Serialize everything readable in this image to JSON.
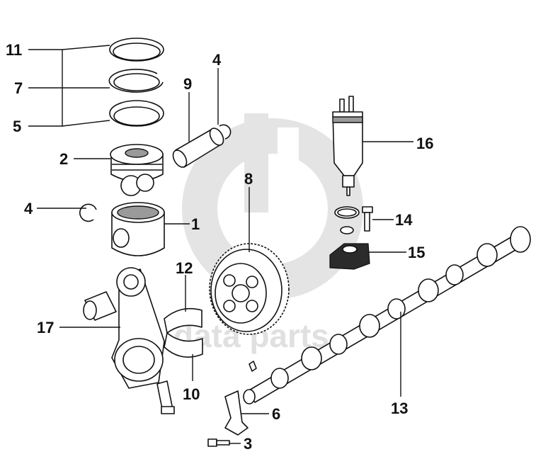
{
  "diagram": {
    "watermark": {
      "text": "data parts",
      "color": "#c8c8c8"
    },
    "callouts": [
      {
        "id": "11",
        "label": "11"
      },
      {
        "id": "7a",
        "label": "7"
      },
      {
        "id": "5",
        "label": "5"
      },
      {
        "id": "2",
        "label": "2"
      },
      {
        "id": "4a",
        "label": "4"
      },
      {
        "id": "4b",
        "label": "4"
      },
      {
        "id": "9",
        "label": "9"
      },
      {
        "id": "1",
        "label": "1"
      },
      {
        "id": "8",
        "label": "8"
      },
      {
        "id": "16",
        "label": "16"
      },
      {
        "id": "14",
        "label": "14"
      },
      {
        "id": "15",
        "label": "15"
      },
      {
        "id": "12",
        "label": "12"
      },
      {
        "id": "17",
        "label": "17"
      },
      {
        "id": "10",
        "label": "10"
      },
      {
        "id": "13",
        "label": "13"
      },
      {
        "id": "6",
        "label": "6"
      },
      {
        "id": "3",
        "label": "3"
      }
    ],
    "colors": {
      "line": "#111111",
      "part_fill": "#ffffff",
      "shade": "#9a9a9a",
      "watermark": "#c8c8c8"
    }
  }
}
